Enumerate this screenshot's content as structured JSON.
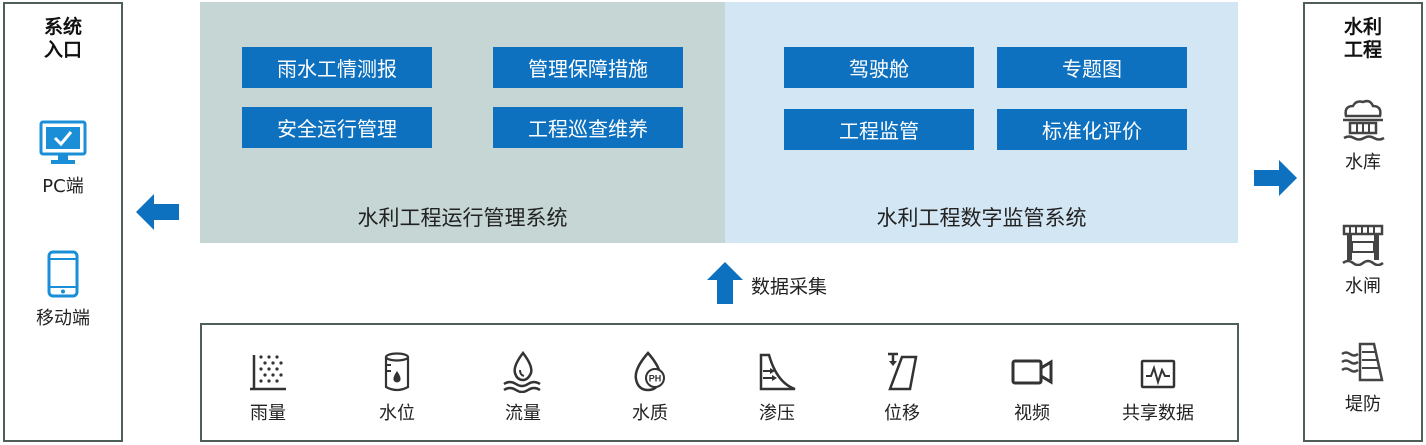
{
  "left_panel": {
    "title_line1": "系统",
    "title_line2": "入口",
    "items": [
      {
        "label": "PC端",
        "icon": "monitor-icon"
      },
      {
        "label": "移动端",
        "icon": "phone-icon"
      }
    ]
  },
  "right_panel": {
    "title_line1": "水利",
    "title_line2": "工程",
    "items": [
      {
        "label": "水库",
        "icon": "reservoir-icon"
      },
      {
        "label": "水闸",
        "icon": "sluice-icon"
      },
      {
        "label": "堤防",
        "icon": "dike-icon"
      }
    ]
  },
  "ops_system": {
    "title": "水利工程运行管理系统",
    "buttons": [
      "雨水工情测报",
      "管理保障措施",
      "安全运行管理",
      "工程巡查维养"
    ]
  },
  "digital_system": {
    "title": "水利工程数字监管系统",
    "buttons": [
      "驾驶舱",
      "专题图",
      "工程监管",
      "标准化评价"
    ]
  },
  "collection": {
    "label": "数据采集"
  },
  "sensors": [
    {
      "label": "雨量",
      "icon": "rain-icon"
    },
    {
      "label": "水位",
      "icon": "water-level-icon"
    },
    {
      "label": "流量",
      "icon": "flow-icon"
    },
    {
      "label": "水质",
      "icon": "water-quality-icon"
    },
    {
      "label": "渗压",
      "icon": "seepage-icon"
    },
    {
      "label": "位移",
      "icon": "displacement-icon"
    },
    {
      "label": "视频",
      "icon": "video-icon"
    },
    {
      "label": "共享数据",
      "icon": "shared-data-icon"
    }
  ],
  "colors": {
    "button_blue": "#0e71bf",
    "ops_bg": "#c5d6d5",
    "digital_bg": "#d3e6f4",
    "arrow_blue": "#0e71bf",
    "icon_blue": "#1a8fd8"
  }
}
